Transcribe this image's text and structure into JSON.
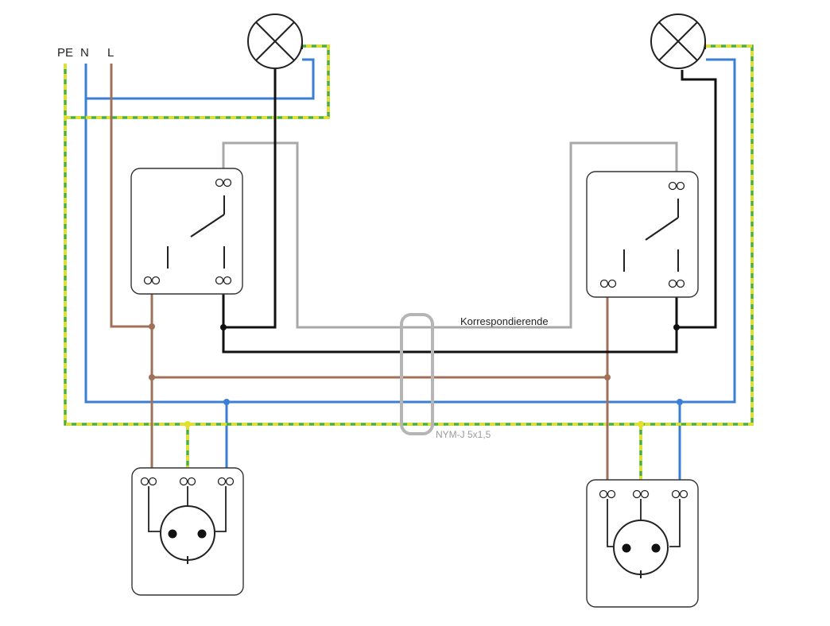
{
  "labels": {
    "pe": "PE",
    "n": "N",
    "l": "L",
    "traveler": "Korrespondierende",
    "cable": "NYM-J 5x1,5"
  },
  "colors": {
    "pe_yellow": "#e2e02a",
    "pe_green": "#4cae3f",
    "neutral": "#3a7fd5",
    "phase": "#a0705a",
    "switched": "#111111",
    "traveler": "#a8a8a8",
    "cable_outline": "#b5b5b5"
  },
  "components": {
    "lamps": [
      "lamp-left",
      "lamp-right"
    ],
    "switches": [
      "two-way-switch-left",
      "two-way-switch-right"
    ],
    "sockets": [
      "socket-left",
      "socket-right"
    ]
  }
}
